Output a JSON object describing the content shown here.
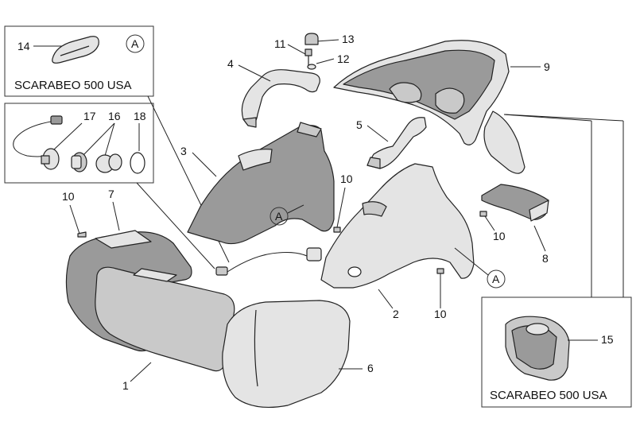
{
  "inset_top_left": {
    "caption": "SCARABEO 500 USA",
    "ref_label": "A",
    "part_label": "14"
  },
  "inset_bottom_right": {
    "caption": "SCARABEO 500 USA",
    "part_label": "15"
  },
  "inset_left_mid": {
    "labels": [
      "17",
      "16",
      "18"
    ]
  },
  "callouts": {
    "c1": "1",
    "c2": "2",
    "c3": "3",
    "c4": "4",
    "c5": "5",
    "c6": "6",
    "c7": "7",
    "c8": "8",
    "c9": "9",
    "c10a": "10",
    "c10b": "10",
    "c10c": "10",
    "c10d": "10",
    "c11": "11",
    "c12": "12",
    "c13": "13"
  },
  "ref_markers": {
    "left": "A",
    "right": "A"
  }
}
